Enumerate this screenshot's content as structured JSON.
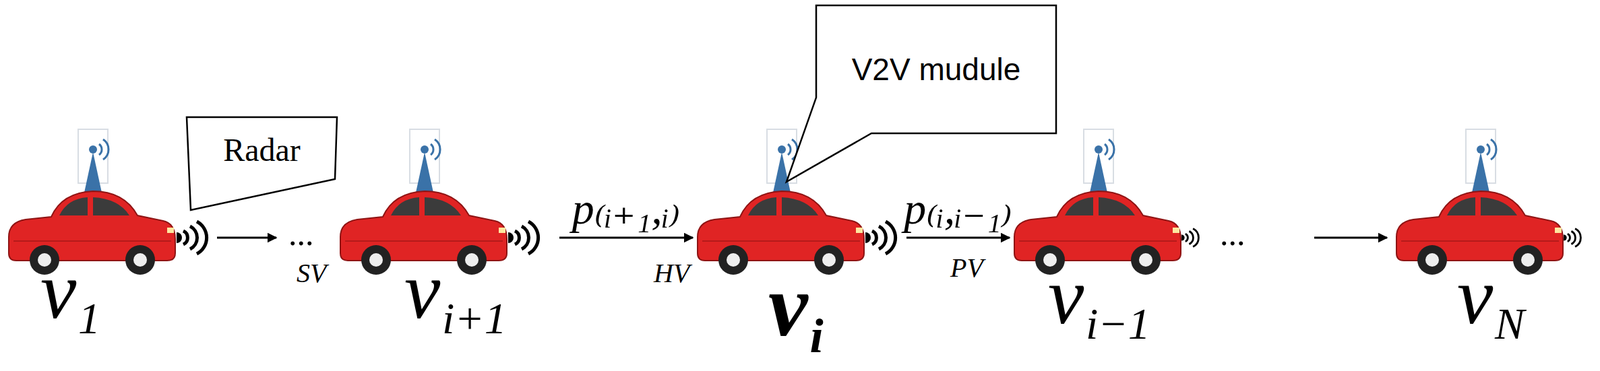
{
  "diagram": {
    "nodes": [
      {
        "text": [
          "v",
          "1"
        ]
      },
      {
        "text": [
          "Radar"
        ]
      },
      {
        "text": [
          "v",
          "i+1"
        ]
      },
      {
        "text": [
          "V2V mudule"
        ]
      },
      {
        "text": [
          "v",
          "i"
        ]
      },
      {
        "text": [
          "v",
          "i−1"
        ]
      },
      {
        "text": [
          "v",
          "N"
        ]
      }
    ],
    "edges": [
      {
        "from": 2,
        "to": 4,
        "arrow": "to",
        "label": "p₍ᵢ₊₁,ᵢ₎"
      },
      {
        "from": 4,
        "to": 5,
        "arrow": "to",
        "label": "p₍ᵢ,ᵢ₋₁₎"
      }
    ],
    "labels": [
      "...",
      "SV",
      "HV",
      "PV",
      "..."
    ]
  }
}
